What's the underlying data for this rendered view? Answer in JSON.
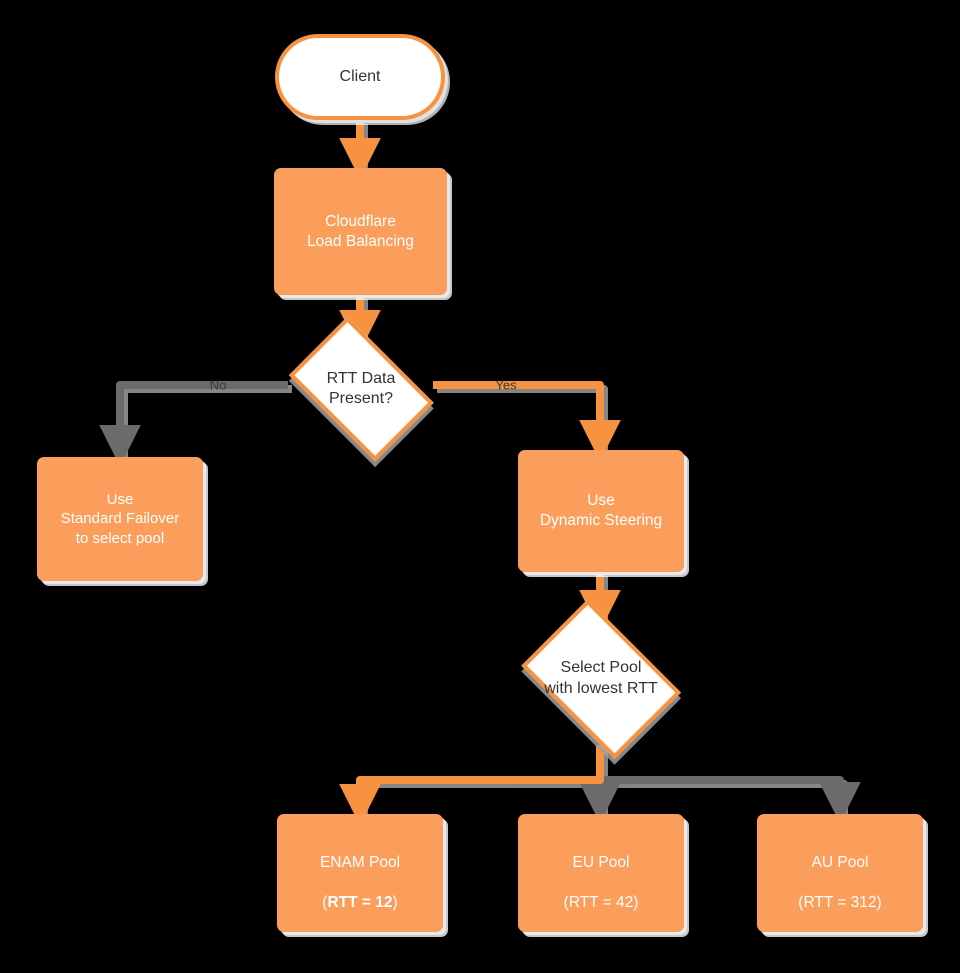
{
  "diagram": {
    "title": "Cloudflare Load Balancing RTT Steering Flowchart",
    "type": "flowchart",
    "direction": "top-down",
    "background_color": "#000000",
    "palette": {
      "node_fill": "#FB9D5B",
      "node_border": "#F79240",
      "node_text_on_fill": "#FFFFFF",
      "node_text_on_white": "#333333",
      "edge_active": "#F79240",
      "edge_inactive": "#6B6B6B",
      "shadow": "#9a9a9a"
    }
  },
  "nodes": {
    "client": {
      "id": "client",
      "shape": "stadium",
      "label": "Client"
    },
    "load_balancing": {
      "id": "load_balancing",
      "shape": "process",
      "label": "Cloudflare\nLoad Balancing"
    },
    "rtt_decision": {
      "id": "rtt_decision",
      "shape": "decision",
      "label": "RTT Data\nPresent?"
    },
    "standard_failover": {
      "id": "standard_failover",
      "shape": "process",
      "label": "Use\nStandard Failover\nto select pool"
    },
    "dynamic_steering": {
      "id": "dynamic_steering",
      "shape": "process",
      "label": "Use\nDynamic Steering"
    },
    "select_pool": {
      "id": "select_pool",
      "shape": "decision",
      "label": "Select Pool\nwith lowest RTT"
    },
    "enam_pool": {
      "id": "enam_pool",
      "shape": "process",
      "name": "ENAM Pool",
      "rtt_prefix": "(",
      "rtt_text": "RTT = 12",
      "rtt_suffix": ")",
      "rtt_value": 12,
      "emphasis": true,
      "selected": true
    },
    "eu_pool": {
      "id": "eu_pool",
      "shape": "process",
      "name": "EU Pool",
      "rtt_prefix": "(",
      "rtt_text": "RTT = 42",
      "rtt_suffix": ")",
      "rtt_value": 42,
      "emphasis": false,
      "selected": false
    },
    "au_pool": {
      "id": "au_pool",
      "shape": "process",
      "name": "AU Pool",
      "rtt_prefix": "(",
      "rtt_text": "RTT = 312",
      "rtt_suffix": ")",
      "rtt_value": 312,
      "emphasis": false,
      "selected": false
    }
  },
  "edges": [
    {
      "from": "client",
      "to": "load_balancing",
      "label": "",
      "state": "active"
    },
    {
      "from": "load_balancing",
      "to": "rtt_decision",
      "label": "",
      "state": "active"
    },
    {
      "from": "rtt_decision",
      "to": "standard_failover",
      "label": "No",
      "state": "inactive"
    },
    {
      "from": "rtt_decision",
      "to": "dynamic_steering",
      "label": "Yes",
      "state": "active"
    },
    {
      "from": "dynamic_steering",
      "to": "select_pool",
      "label": "",
      "state": "active"
    },
    {
      "from": "select_pool",
      "to": "enam_pool",
      "label": "",
      "state": "active"
    },
    {
      "from": "select_pool",
      "to": "eu_pool",
      "label": "",
      "state": "inactive"
    },
    {
      "from": "select_pool",
      "to": "au_pool",
      "label": "",
      "state": "inactive"
    }
  ],
  "edge_labels": {
    "no": "No",
    "yes": "Yes"
  }
}
